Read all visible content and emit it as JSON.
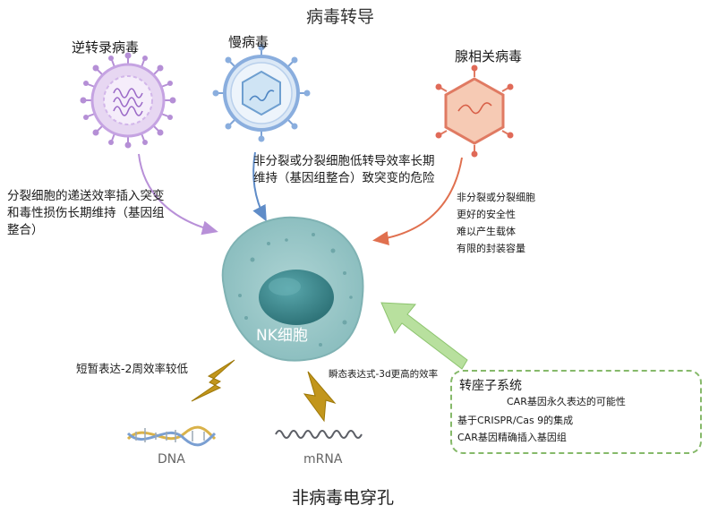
{
  "titles": {
    "viral_transduction": "病毒转导",
    "non_viral_electroporation": "非病毒电穿孔"
  },
  "viruses": {
    "retrovirus": {
      "name": "逆转录病毒",
      "description": "分裂细胞的递送效率插入突变和毒性损伤长期维持（基因组整合）"
    },
    "lentivirus": {
      "name": "慢病毒",
      "description": "非分裂或分裂细胞低转导效率长期维持（基因组整合）致突变的危险"
    },
    "aav": {
      "name": "腺相关病毒",
      "features": [
        "非分裂或分裂细胞",
        "更好的安全性",
        "难以产生载体",
        "有限的封装容量"
      ]
    }
  },
  "cell": {
    "label": "NK细胞"
  },
  "transposon": {
    "title": "转座子系统",
    "features": [
      "CAR基因永久表达的可能性",
      "基于CRISPR/Cas 9的集成",
      "CAR基因精确插入基因组"
    ]
  },
  "nucleic_acids": {
    "dna": {
      "label": "DNA",
      "note": "短暂表达-2周效率较低"
    },
    "mrna": {
      "label": "mRNA",
      "note": "瞬态表达式-3d更高的效率"
    }
  },
  "colors": {
    "retrovirus": "#c7a3df",
    "lentivirus": "#8fb2e0",
    "aav": "#e06a58",
    "cell": "#96c4c5",
    "nucleus": "#3f8e94",
    "lightning": "#b78a12",
    "transposon": "#86b96a"
  }
}
